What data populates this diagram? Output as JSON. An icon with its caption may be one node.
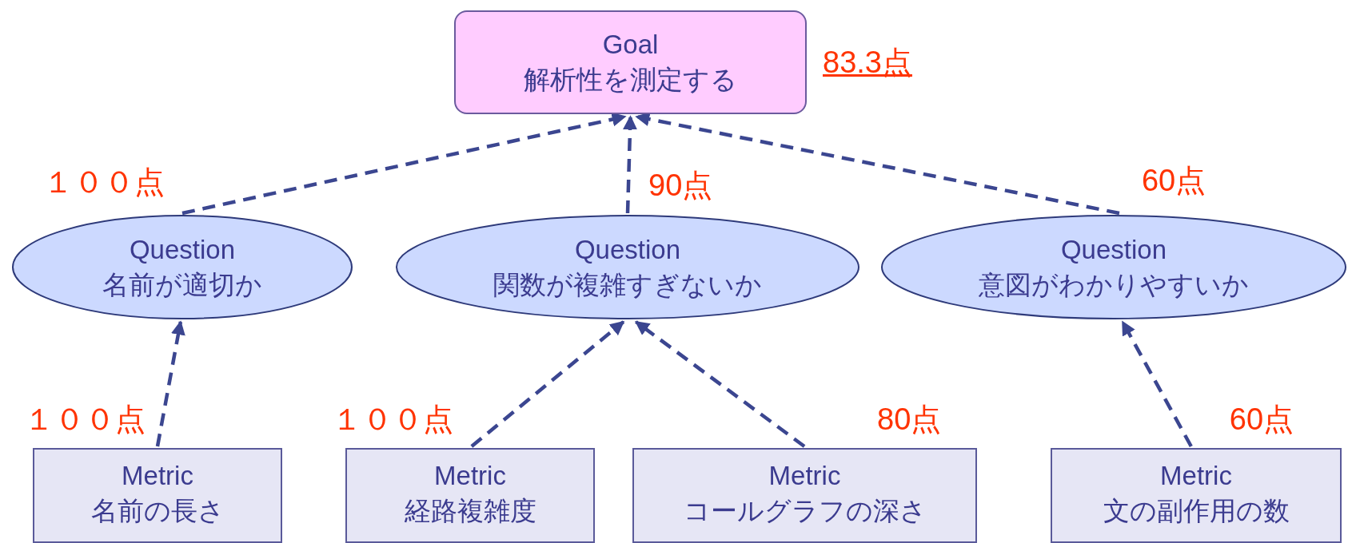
{
  "diagram": {
    "nodes": [
      {
        "text": [
          "Goal",
          "解析性を測定する"
        ],
        "beside": [
          "83.3点"
        ]
      },
      {
        "text": [
          "Question",
          "名前が適切か"
        ]
      },
      {
        "text": [
          "Question",
          "関数が複雑すぎないか"
        ]
      },
      {
        "text": [
          "Question",
          "意図がわかりやすいか"
        ]
      },
      {
        "text": [
          "Metric",
          "名前の長さ"
        ]
      },
      {
        "text": [
          "Metric",
          "経路複雑度"
        ]
      },
      {
        "text": [
          "Metric",
          "コールグラフの深さ"
        ]
      },
      {
        "text": [
          "Metric",
          "文の副作用の数"
        ]
      }
    ],
    "edges": [
      {
        "from": 1,
        "to": 0,
        "arrow": "to",
        "style": "dashed",
        "label": "１００点"
      },
      {
        "from": 2,
        "to": 0,
        "arrow": "to",
        "style": "dashed",
        "label": "90点"
      },
      {
        "from": 3,
        "to": 0,
        "arrow": "to",
        "style": "dashed",
        "label": "60点"
      },
      {
        "from": 4,
        "to": 1,
        "arrow": "to",
        "style": "dashed",
        "label": "１００点"
      },
      {
        "from": 5,
        "to": 2,
        "arrow": "to",
        "style": "dashed",
        "label": "１００点"
      },
      {
        "from": 6,
        "to": 2,
        "arrow": "to",
        "style": "dashed",
        "label": "80点"
      },
      {
        "from": 7,
        "to": 3,
        "arrow": "to",
        "style": "dashed",
        "label": "60点"
      }
    ]
  }
}
